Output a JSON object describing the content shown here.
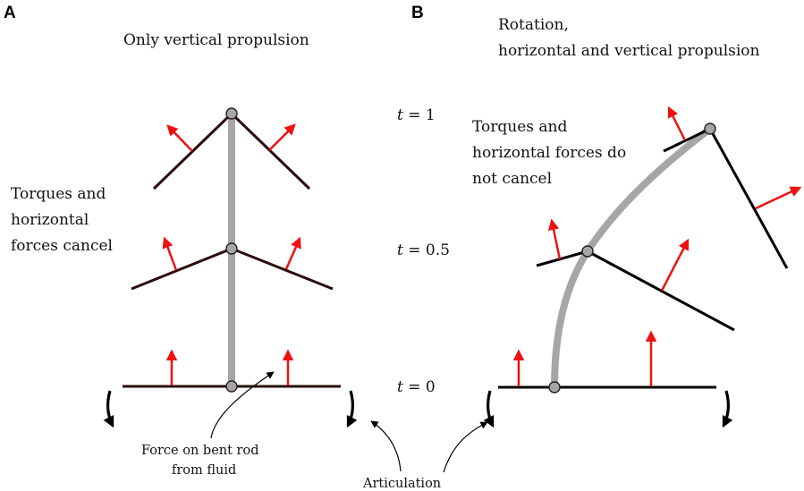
{
  "panel_a": {
    "letter": "A",
    "title": "Only vertical propulsion",
    "side_label_lines": [
      "Torques and",
      "horizontal",
      "forces cancel"
    ],
    "force_label_lines": [
      "Force on bent rod",
      "from fluid"
    ]
  },
  "panel_b": {
    "letter": "B",
    "title_lines": [
      "Rotation,",
      "horizontal and vertical propulsion"
    ],
    "side_label_lines": [
      "Torques and",
      "horizontal forces do",
      "not cancel"
    ]
  },
  "time_labels": [
    {
      "var": "t",
      "rest": " = 1"
    },
    {
      "var": "t",
      "rest": " = 0.5"
    },
    {
      "var": "t",
      "rest": " = 0"
    }
  ],
  "articulation_label": "Articulation",
  "colors": {
    "rod": "#a6a6a6",
    "force_arrow": "#ee1111",
    "plate_a": "#2a0c0c",
    "plate_b": "#000000",
    "joint": "#a6a6a6"
  }
}
